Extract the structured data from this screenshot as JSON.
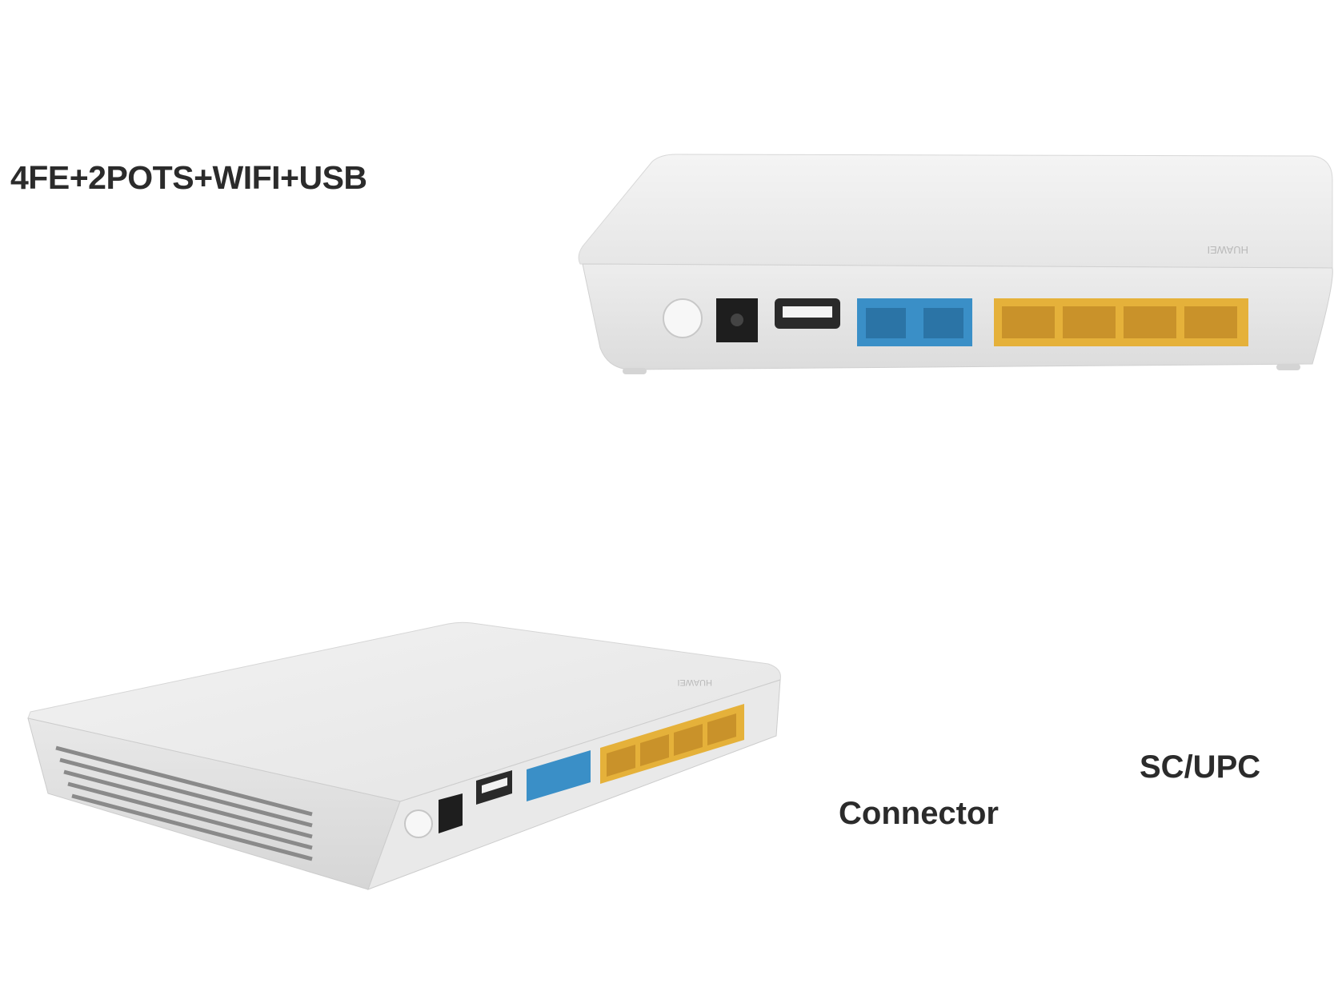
{
  "captions": {
    "spec": "4FE+2POTS+WIFI+USB",
    "connector_type": "SC/UPC",
    "connector_word": "Connector"
  },
  "products": {
    "rear_view": {
      "brand_mark": "HUAWEI",
      "ports": [
        "power-button",
        "dc-power-jack",
        "usb-port",
        "pots-1",
        "pots-2",
        "lan-1",
        "lan-2",
        "lan-3",
        "lan-4"
      ]
    },
    "angled_view": {
      "brand_mark": "HUAWEI",
      "ports": [
        "power-button",
        "dc-power-jack",
        "usb-port",
        "pots-1",
        "pots-2",
        "lan-1",
        "lan-2",
        "lan-3",
        "lan-4"
      ]
    }
  },
  "colors": {
    "text": "#2b2b2b",
    "housing": "#ececec",
    "pots_port": "#3a8fc7",
    "lan_port": "#e5b13a",
    "jack": "#1e1e1e"
  }
}
